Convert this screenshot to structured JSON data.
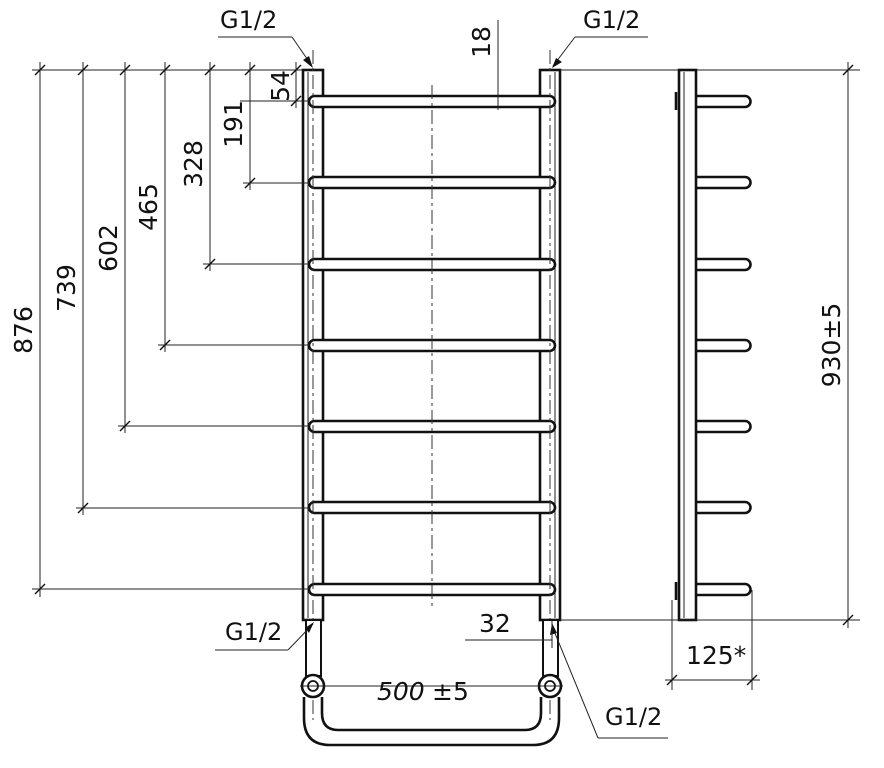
{
  "drawing": {
    "fittings": {
      "top_left": "G1/2",
      "top_right": "G1/2",
      "bottom_left": "G1/2",
      "bottom_right": "G1/2"
    },
    "dimensions": {
      "d18": "18",
      "d54": "54",
      "d191": "191",
      "d328": "328",
      "d465": "465",
      "d602": "602",
      "d739": "739",
      "d876": "876",
      "d32": "32",
      "width": "500",
      "width_tol": "±5",
      "height": "930±5",
      "depth": "125*"
    }
  }
}
